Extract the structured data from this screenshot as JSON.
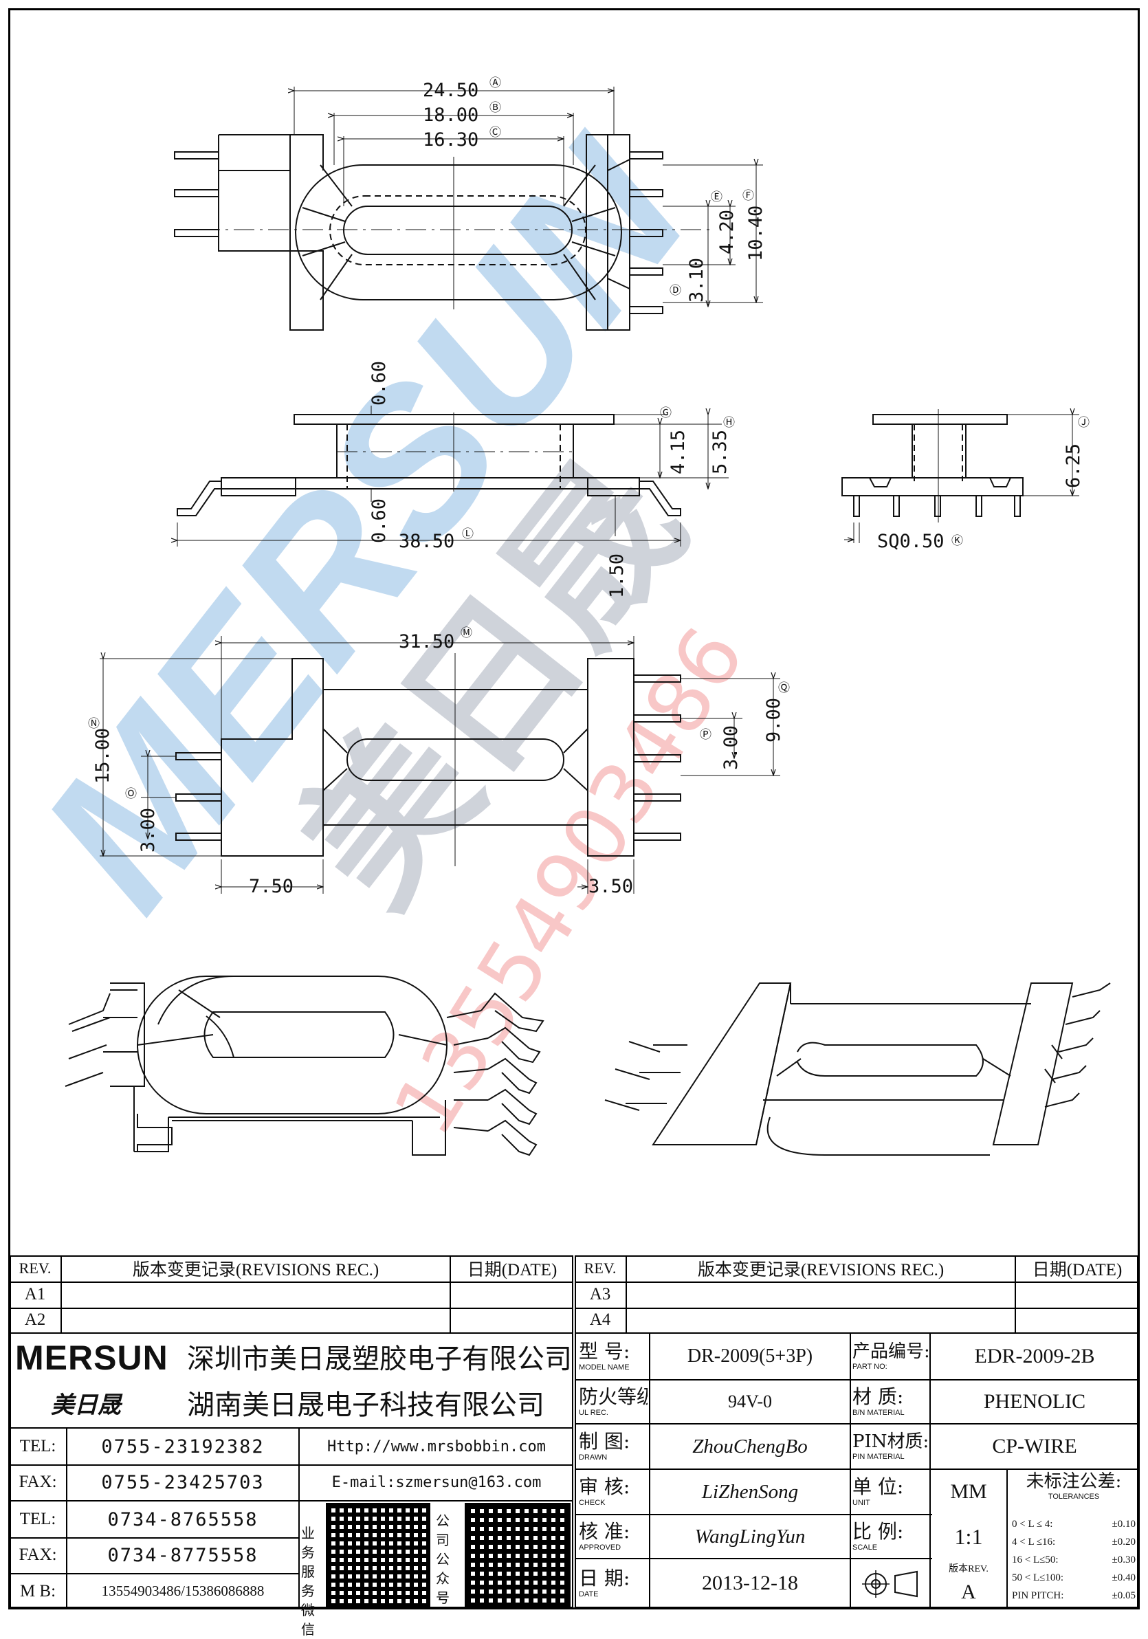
{
  "dimensions": {
    "d_a": "24.50",
    "d_b": "18.00",
    "d_c": "16.30",
    "d_e": "4.20",
    "d_f": "10.40",
    "d_d": "3.10",
    "d_g": "4.15",
    "d_h": "5.35",
    "d_top": "0.60",
    "d_bot": "0.60",
    "d_l": "38.50",
    "d_pin": "1.50",
    "d_j": "6.25",
    "d_k": "SQ0.50",
    "d_m": "31.50",
    "d_n": "15.00",
    "d_q": "9.00",
    "d_p": "3.00",
    "d_o": "3.00",
    "d_left": "7.50",
    "d_right": "3.50"
  },
  "markers": {
    "a": "Ⓐ",
    "b": "Ⓑ",
    "c": "Ⓒ",
    "d": "Ⓓ",
    "e": "Ⓔ",
    "f": "Ⓕ",
    "g": "Ⓖ",
    "h": "Ⓗ",
    "j": "Ⓙ",
    "k": "Ⓚ",
    "l": "Ⓛ",
    "m": "Ⓜ",
    "n": "Ⓝ",
    "o": "Ⓞ",
    "p": "Ⓟ",
    "q": "Ⓠ"
  },
  "watermark": {
    "brand": "MERSUN",
    "cn": "美日晟",
    "phone": "13554903486",
    "brand_color": "#9fc6e8",
    "cn_color": "#9aa0b0",
    "phone_color": "#f4a8a8"
  },
  "revisions_left": {
    "rev_header": "REV.",
    "rec_header": "版本变更记录(REVISIONS REC.)",
    "date_header": "日期(DATE)",
    "rows": [
      "A1",
      "A2"
    ]
  },
  "revisions_right": {
    "rev_header": "REV.",
    "rec_header": "版本变更记录(REVISIONS REC.)",
    "date_header": "日期(DATE)",
    "rows": [
      "A3",
      "A4"
    ]
  },
  "company": {
    "logo": "MERSUN",
    "logo_cn": "美日晟",
    "name1": "深圳市美日晟塑胶电子有限公司",
    "name2": "湖南美日晟电子科技有限公司"
  },
  "contacts": {
    "tel1_label": "TEL:",
    "tel1": "0755-23192382",
    "fax1_label": "FAX:",
    "fax1": "0755-23425703",
    "tel2_label": "TEL:",
    "tel2": "0734-8765558",
    "fax2_label": "FAX:",
    "fax2": "0734-8775558",
    "mb_label": "M B:",
    "mb": "13554903486/15386086888",
    "web": "Http://www.mrsbobbin.com",
    "email": "E-mail:szmersun@163.com",
    "qr1_label": "业务服务微信",
    "qr2_label": "公司公众号"
  },
  "spec": {
    "model_label": "型 号:",
    "model_label_en": "MODEL NAME",
    "model": "DR-2009(5+3P)",
    "part_label": "产品编号:",
    "part_label_en": "PART NO:",
    "part": "EDR-2009-2B",
    "ul_label": "防火等级:",
    "ul_label_en": "UL REC.",
    "ul": "94V-0",
    "mat_label": "材 质:",
    "mat_label_en": "B/N MATERIAL",
    "mat": "PHENOLIC",
    "drawn_label": "制 图:",
    "drawn_label_en": "DRAWN",
    "drawn": "ZhouChengBo",
    "pin_label": "PIN材质:",
    "pin_label_en": "PIN MATERIAL",
    "pin": "CP-WIRE",
    "check_label": "审 核:",
    "check_label_en": "CHECK",
    "check": "LiZhenSong",
    "unit_label": "单 位:",
    "unit_label_en": "UNIT",
    "unit": "MM",
    "tol_label": "未标注公差:",
    "tol_label_en": "TOLERANCES",
    "approved_label": "核 准:",
    "approved_label_en": "APPROVED",
    "approved": "WangLingYun",
    "scale_label": "比 例:",
    "scale_label_en": "SCALE",
    "scale": "1:1",
    "date_label": "日 期:",
    "date_label_en": "DATE",
    "date": "2013-12-18",
    "rev_label": "版本REV.",
    "rev": "A",
    "tolerances": [
      {
        "range": "0 < L ≤  4:",
        "tol": "±0.10"
      },
      {
        "range": "4 < L ≤16:",
        "tol": "±0.20"
      },
      {
        "range": "16 < L≤50:",
        "tol": "±0.30"
      },
      {
        "range": "50 < L≤100:",
        "tol": "±0.40"
      },
      {
        "range": "PIN PITCH:",
        "tol": "±0.05"
      }
    ]
  }
}
